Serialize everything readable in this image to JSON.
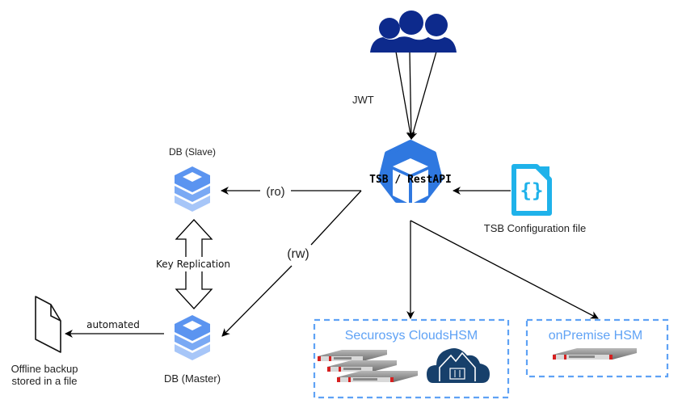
{
  "diagram": {
    "nodes": {
      "users": {
        "label": "",
        "icon": "users-group-icon",
        "color": "#0d2a8c"
      },
      "tsb": {
        "label": "TSB / RestAPI",
        "icon": "kubernetes-cube-icon",
        "color": "#2f78e0"
      },
      "config": {
        "label": "TSB Configuration file",
        "icon": "json-file-icon",
        "color": "#1fb2ea"
      },
      "db_slave": {
        "label": "DB (Slave)",
        "icon": "database-stack-icon",
        "color": "#5b94f0"
      },
      "db_master": {
        "label": "DB (Master)",
        "icon": "database-stack-icon",
        "color": "#5b94f0"
      },
      "backup": {
        "label_line1": "Offline backup",
        "label_line2": "stored in a file",
        "icon": "document-file-icon"
      },
      "clouds_hsm": {
        "label": "Securosys CloudsHSM",
        "icons": [
          "hsm-appliance-stack-icon",
          "cloud-vault-icon"
        ],
        "border_color": "#5fa2f5",
        "cloud_color": "#17406b"
      },
      "onprem_hsm": {
        "label": "onPremise HSM",
        "icons": [
          "hsm-appliance-icon"
        ],
        "border_color": "#5fa2f5"
      }
    },
    "edges": {
      "users_to_tsb": {
        "label": "JWT"
      },
      "tsb_to_slave": {
        "label": "(ro)"
      },
      "tsb_to_master": {
        "label": "(rw)"
      },
      "replication": {
        "label": "Key Replication"
      },
      "master_to_backup": {
        "label": "automated"
      },
      "config_to_tsb": {
        "label": ""
      },
      "tsb_to_clouds": {
        "label": ""
      },
      "tsb_to_onprem": {
        "label": ""
      }
    }
  }
}
